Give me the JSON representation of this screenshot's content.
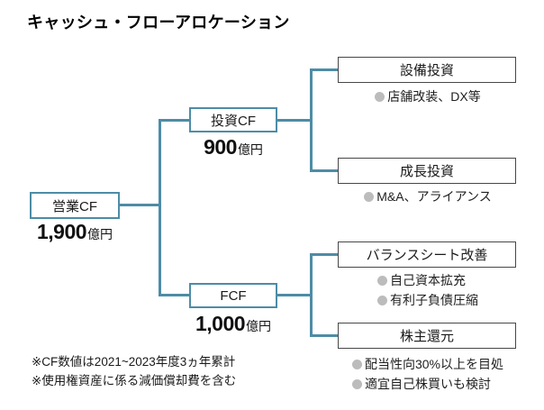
{
  "title": "キャッシュ・フローアロケーション",
  "colors": {
    "accent": "#4e8ca6",
    "leaf_border": "#474747",
    "bullet": "#bcbcbc"
  },
  "tree": {
    "root": {
      "label": "営業CF",
      "amount": "1,900",
      "unit": "億円"
    },
    "branches": [
      {
        "label": "投資CF",
        "amount": "900",
        "unit": "億円"
      },
      {
        "label": "FCF",
        "amount": "1,000",
        "unit": "億円"
      }
    ],
    "leaves": [
      {
        "label": "設備投資",
        "bullets": [
          "店舗改装、DX等"
        ]
      },
      {
        "label": "成長投資",
        "bullets": [
          "M&A、アライアンス"
        ]
      },
      {
        "label": "バランスシート改善",
        "bullets": [
          "自己資本拡充",
          "有利子負債圧縮"
        ]
      },
      {
        "label": "株主還元",
        "bullets": [
          "配当性向30%以上を目処",
          "適宜自己株買いも検討"
        ]
      }
    ]
  },
  "footnotes": [
    "※CF数値は2021~2023年度3ヵ年累計",
    "※使用権資産に係る減価償却費を含む"
  ]
}
